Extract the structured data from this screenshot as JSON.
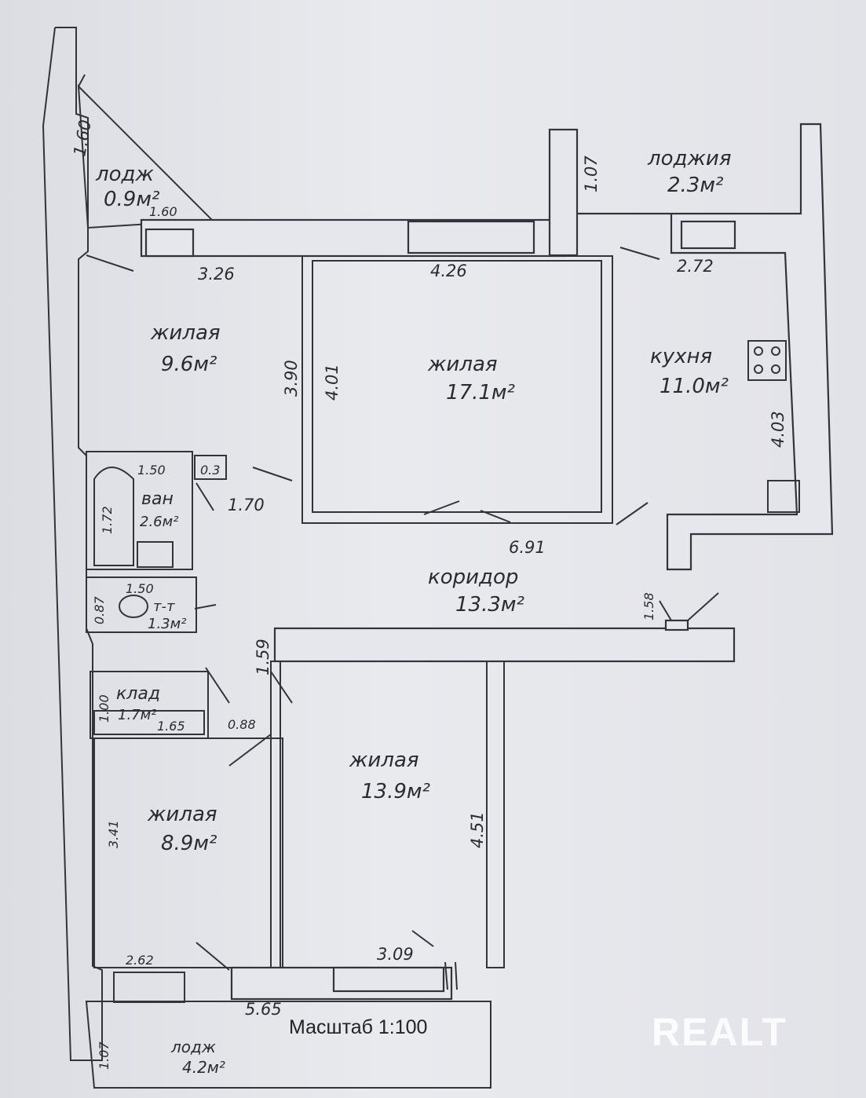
{
  "rooms": {
    "loggia_top_left": {
      "name": "лодж",
      "area": "0.9м²"
    },
    "loggia_top_right": {
      "name": "лоджия",
      "area": "2.3м²"
    },
    "living_top_left": {
      "name": "жилая",
      "area": "9.6м²"
    },
    "living_center": {
      "name": "жилая",
      "area": "17.1м²"
    },
    "kitchen": {
      "name": "кухня",
      "area": "11.0м²"
    },
    "bath": {
      "name": "ван",
      "area": "2.6м²"
    },
    "toilet": {
      "name": "т-т",
      "area": "1.3м²"
    },
    "corridor": {
      "name": "коридор",
      "area": "13.3м²"
    },
    "storage": {
      "name": "клад",
      "area": "1.7м²"
    },
    "living_bottom_left": {
      "name": "жилая",
      "area": "8.9м²"
    },
    "living_bottom_center": {
      "name": "жилая",
      "area": "13.9м²"
    },
    "loggia_bottom": {
      "name": "лодж",
      "area": "4.2м²"
    }
  },
  "dims": {
    "d160a": "1.60",
    "d160b": "1.60",
    "d107a": "1.07",
    "d326": "3.26",
    "d426": "4.26",
    "d272": "2.72",
    "d390": "3.90",
    "d401": "4.01",
    "d403": "4.03",
    "d150a": "1.50",
    "d03": "0.3",
    "d172": "1.72",
    "d170": "1.70",
    "d691": "6.91",
    "d150b": "1.50",
    "d087": "0.87",
    "d158": "1.58",
    "d159": "1.59",
    "d100": "1.00",
    "d165": "1.65",
    "d088": "0.88",
    "d341": "3.41",
    "d451": "4.51",
    "d262": "2.62",
    "d309": "3.09",
    "d565": "5.65",
    "d107b": "1.07"
  },
  "scale_label": "Масштаб 1:100",
  "watermark": "REALT"
}
